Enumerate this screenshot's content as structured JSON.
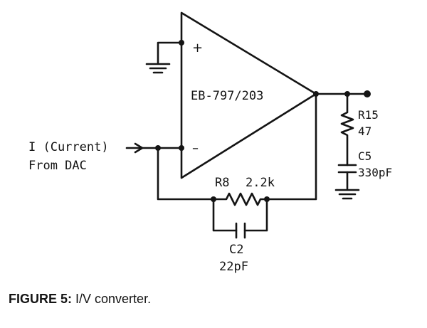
{
  "opamp": {
    "part": "EB-797/203",
    "plus": "+",
    "minus": "–"
  },
  "input": {
    "line1": "I (Current)",
    "line2": "From DAC"
  },
  "r8": {
    "ref": "R8",
    "value": "2.2k"
  },
  "c2": {
    "ref": "C2",
    "value": "22pF"
  },
  "r15": {
    "ref": "R15",
    "value": "47"
  },
  "c5": {
    "ref": "C5",
    "value": "330pF"
  },
  "caption": {
    "label": "FIGURE 5:",
    "text": " I/V converter."
  }
}
